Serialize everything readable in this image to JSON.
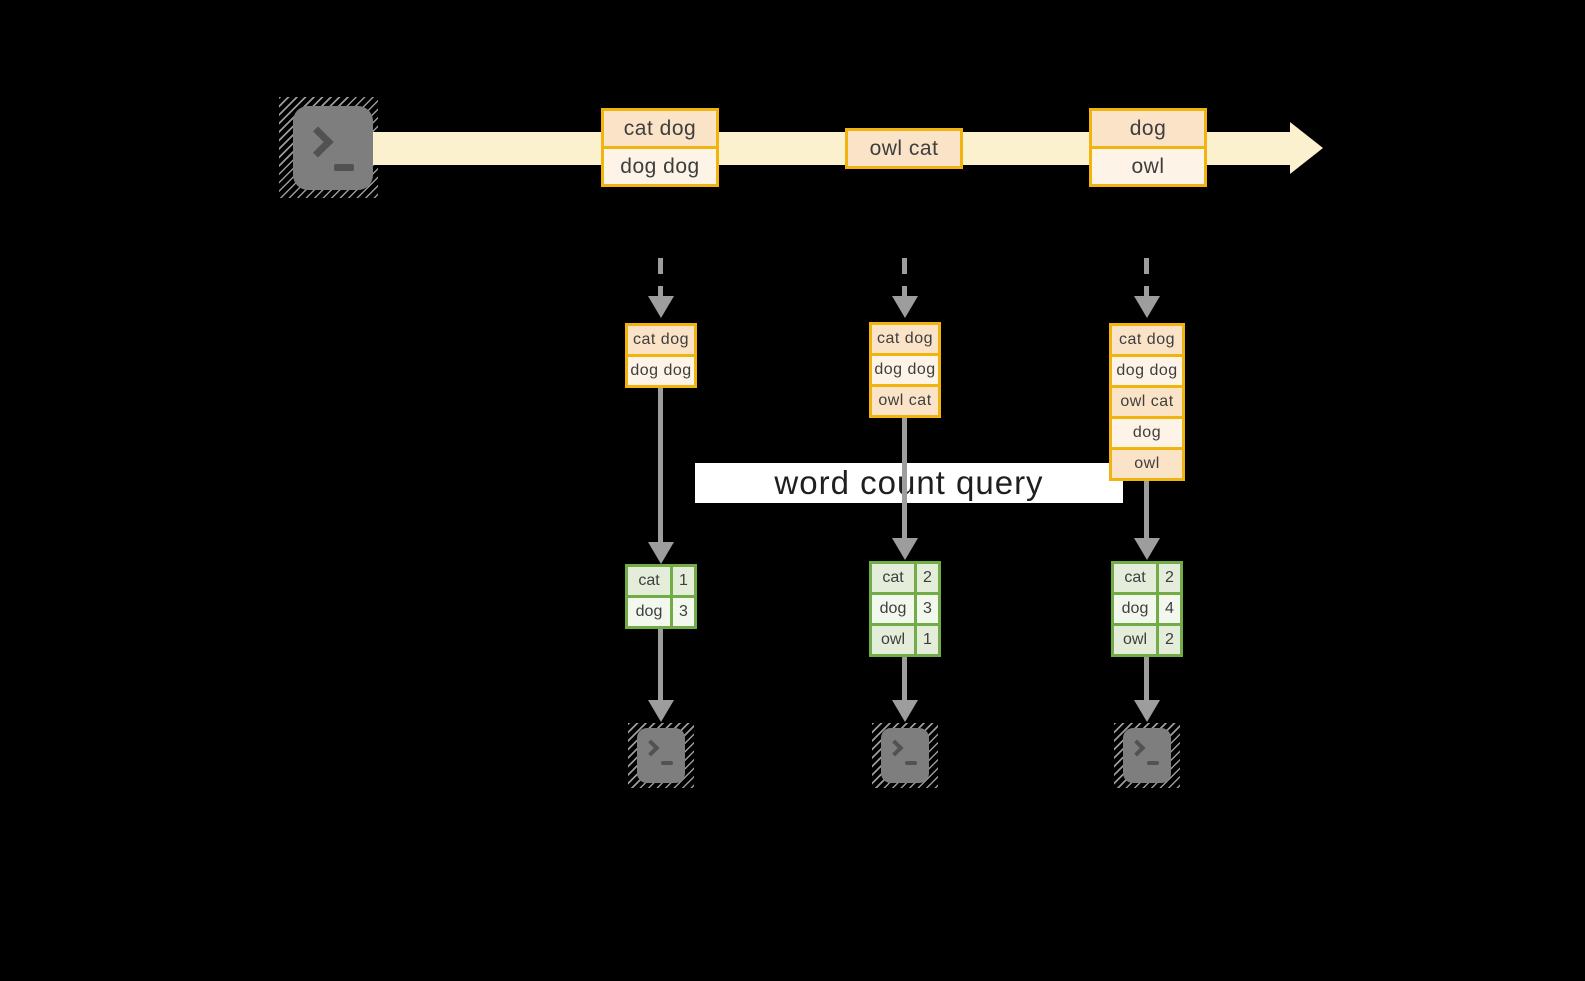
{
  "query_label": "word count query",
  "icons": {
    "source": "terminal-icon",
    "sink": "terminal-icon"
  },
  "colors": {
    "background": "#000000",
    "stream_band": "#FBF1CE",
    "record_border": "#F1B30E",
    "record_fill_dark": "#FBE3C8",
    "record_fill_light": "#FDF3E6",
    "table_border": "#71AC47",
    "table_fill_dark": "#E3EDD9",
    "table_fill_light": "#F3F8EF",
    "arrow_gray": "#9D9D9D",
    "terminal_gray": "#7E7E7E",
    "query_bg": "#FFFFFF",
    "text": "#3E3E3E"
  },
  "stream": {
    "batches": [
      {
        "records": [
          "cat dog",
          "dog dog"
        ]
      },
      {
        "records": [
          "owl cat"
        ]
      },
      {
        "records": [
          "dog",
          "owl"
        ]
      }
    ]
  },
  "columns": [
    {
      "state": [
        "cat dog",
        "dog dog"
      ],
      "counts": [
        {
          "word": "cat",
          "count": "1"
        },
        {
          "word": "dog",
          "count": "3"
        }
      ]
    },
    {
      "state": [
        "cat dog",
        "dog dog",
        "owl cat"
      ],
      "counts": [
        {
          "word": "cat",
          "count": "2"
        },
        {
          "word": "dog",
          "count": "3"
        },
        {
          "word": "owl",
          "count": "1"
        }
      ]
    },
    {
      "state": [
        "cat dog",
        "dog dog",
        "owl cat",
        "dog",
        "owl"
      ],
      "counts": [
        {
          "word": "cat",
          "count": "2"
        },
        {
          "word": "dog",
          "count": "4"
        },
        {
          "word": "owl",
          "count": "2"
        }
      ]
    }
  ]
}
